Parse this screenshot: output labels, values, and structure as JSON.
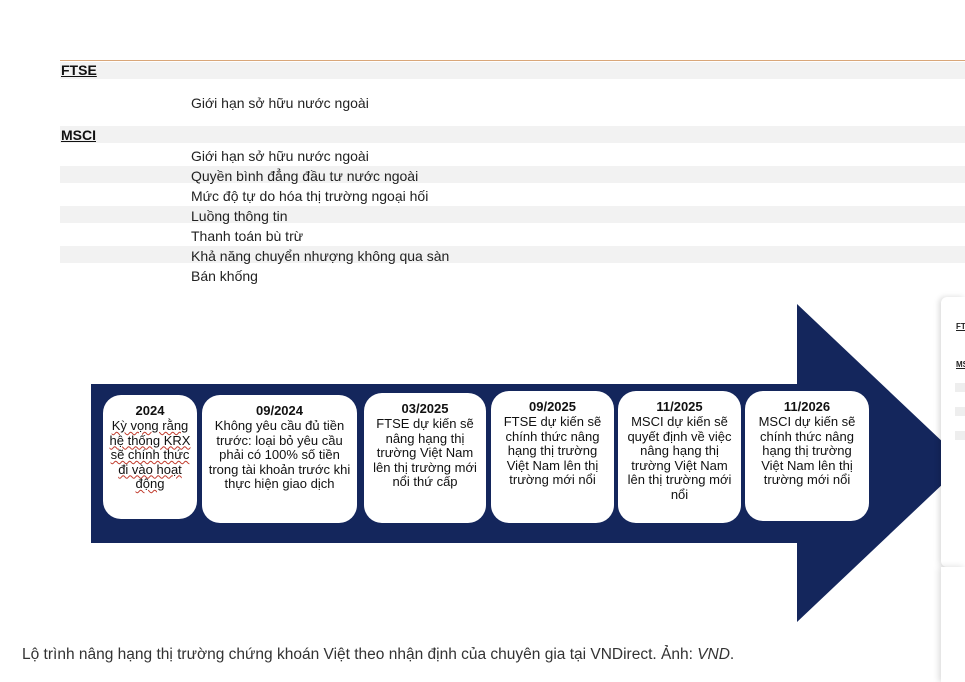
{
  "table": {
    "ftse": {
      "heading": "FTSE",
      "criteria": [
        "Giới hạn sở hữu nước ngoài"
      ]
    },
    "msci": {
      "heading": "MSCI",
      "criteria": [
        "Giới hạn sở hữu nước ngoài",
        "Quyền bình đẳng đầu tư nước ngoài",
        "Mức độ tự do hóa thị trường ngoại hối",
        "Luồng thông tin",
        "Thanh toán bù trừ",
        "Khả năng chuyển nhượng không qua sàn",
        "Bán khống"
      ]
    }
  },
  "timeline": {
    "arrow_color": "#14265c",
    "milestones": [
      {
        "date": "2024",
        "text": "Kỳ vọng rằng hệ thống KRX sẽ chính thức đi vào hoạt động"
      },
      {
        "date": "09/2024",
        "text": "Không yêu cầu đủ tiền trước: loại bỏ yêu cầu phải có 100% số tiền trong tài khoản trước khi thực hiện giao dịch"
      },
      {
        "date": "03/2025",
        "text": "FTSE dự kiến sẽ nâng hạng thị trường Việt Nam lên thị trường mới nổi thứ cấp"
      },
      {
        "date": "09/2025",
        "text": "FTSE dự kiến sẽ chính thức nâng hạng thị trường Việt Nam lên thị trường mới nổi"
      },
      {
        "date": "11/2025",
        "text": "MSCI dự kiến sẽ quyết định về việc nâng hạng thị trường Việt Nam lên thị trường mới nổi"
      },
      {
        "date": "11/2026",
        "text": "MSCI dự kiến sẽ chính thức nâng hạng thị trường Việt Nam lên thị trường mới nổi"
      }
    ]
  },
  "side_fragment": {
    "label_1": "FT",
    "label_2": "MS"
  },
  "caption": {
    "text": "Lộ trình nâng hạng thị trường chứng khoán Việt theo nhận định của chuyên gia tại VNDirect. Ảnh: ",
    "source": "VND",
    "end": "."
  }
}
